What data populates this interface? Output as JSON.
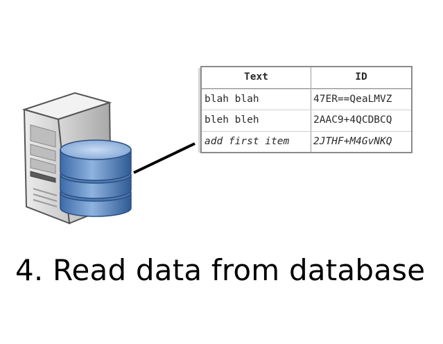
{
  "caption": "4. Read data from database",
  "table": {
    "headers": [
      "Text",
      "ID"
    ],
    "rows": [
      {
        "text": "blah blah",
        "id": "47ER==QeaLMVZ"
      },
      {
        "text": "bleh bleh",
        "id": "2AAC9+4QCDBCQ"
      },
      {
        "text": "add first item",
        "id": "2JTHF+M4GvNKQ"
      }
    ]
  }
}
